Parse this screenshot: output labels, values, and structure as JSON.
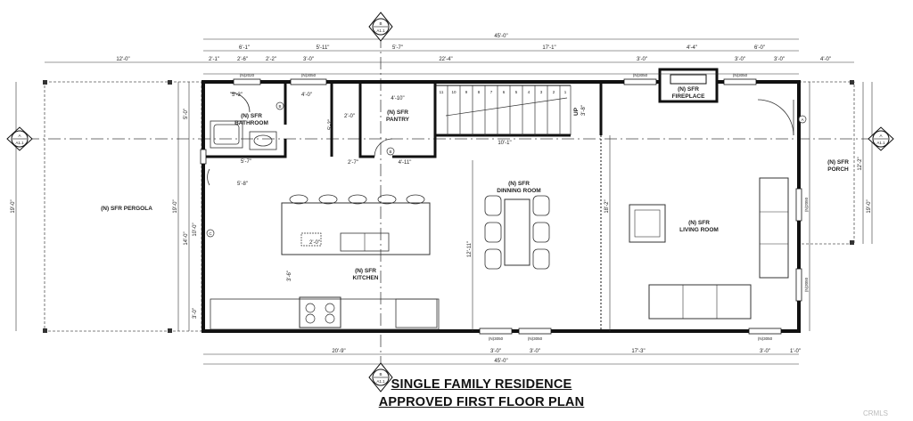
{
  "rooms": {
    "pergola": "(N) SFR PERGOLA",
    "bath_1": "(N) SFR",
    "bath_2": "BATHROOM",
    "pantry_1": "(N) SFR",
    "pantry_2": "PANTRY",
    "fireplace_1": "(N) SFR",
    "fireplace_2": "FIREPLACE",
    "porch_1": "(N) SFR",
    "porch_2": "PORCH",
    "dining_1": "(N) SFR",
    "dining_2": "DINNING ROOM",
    "living_1": "(N) SFR",
    "living_2": "LIVING ROOM",
    "kitchen_1": "(N) SFR",
    "kitchen_2": "KITCHEN",
    "stair_up": "UP"
  },
  "stair_numbers": [
    "11",
    "10",
    "9",
    "8",
    "7",
    "6",
    "5",
    "4",
    "3",
    "2",
    "1"
  ],
  "dims": {
    "overall_top": "45'-0\"",
    "overall_bottom": "45'-0\"",
    "pergola_w": "12'-0\"",
    "porch_w": "4'-0\"",
    "t1": "6'-1\"",
    "t2": "5'-11\"",
    "t3": "5'-7\"",
    "t4": "17'-1\"",
    "t5": "4'-4\"",
    "t6": "6'-0\"",
    "t7": "2'-1\"",
    "t8": "2'-6\"",
    "t9": "2'-2\"",
    "t10": "3'-0\"",
    "t11": "22'-4\"",
    "t12": "3'-0\"",
    "t13": "3'-0\"",
    "t14": "3'-0\"",
    "b1": "20'-9\"",
    "b2": "3'-0\"",
    "b3": "3'-0\"",
    "b4": "17'-3\"",
    "b5": "3'-0\"",
    "b6": "1'-0\"",
    "left_19": "19'-0\"",
    "left_14": "14'-0\"",
    "left_10": "10'-0\"",
    "left_3": "3'-0\"",
    "left_5": "5'-0\"",
    "right_19": "19'-0\"",
    "right_12": "12'-2\"",
    "kitchen_h": "12'-11\"",
    "living_h": "18'-2\"",
    "bath_5_3": "5'-3\"",
    "bath_4_0": "4'-0\"",
    "bath_5_7": "5'-7\"",
    "bath_5_8": "5'-8\"",
    "pantry_4_10": "4'-10\"",
    "pantry_4_11": "4'-11\"",
    "hall_5_2": "5'-2\"",
    "hall_2_0": "2'-0\"",
    "hall_2_7": "2'-7\"",
    "stair_run": "10'-1\"",
    "stair_w": "3'-8\"",
    "island": "2'-0\"",
    "kitchen_3_6": "3'-6\""
  },
  "windows": {
    "w2020": "(N)2020",
    "w3050_a": "(N)3050",
    "w3050_b": "(N)3050",
    "w3050_c": "(N)3050",
    "w3050_d": "(N)3050",
    "w3050_e": "(N)3050",
    "w3050_f": "(N)3050",
    "w2050": "(N)2050",
    "w3050_g": "(N)3050"
  },
  "door_tags": {
    "a": "A",
    "b": "B",
    "b2": "B",
    "c": "C"
  },
  "section_markers": {
    "top_letter": "B",
    "top_sheet": "A1.1",
    "bottom_letter": "B",
    "bottom_sheet": "A1.1",
    "left_letter": "A",
    "left_sheet": "A1.1",
    "right_letter": "A",
    "right_sheet": "A1.1"
  },
  "title": {
    "line1": "SINGLE FAMILY RESIDENCE",
    "line2": "APPROVED FIRST FLOOR PLAN"
  },
  "watermark": "CRMLS"
}
